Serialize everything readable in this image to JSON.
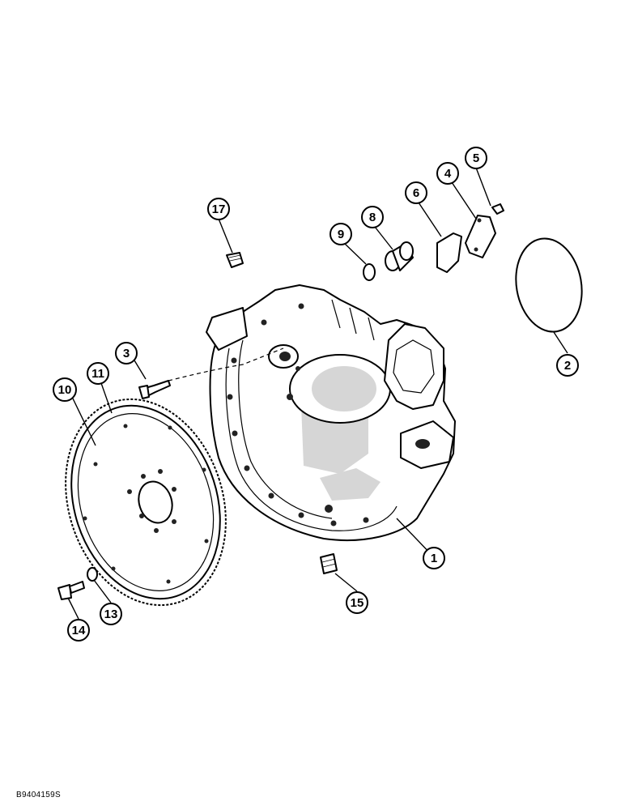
{
  "diagram": {
    "drawing_id": "B9404159S",
    "callouts": [
      {
        "id": "callout-1",
        "label": "1"
      },
      {
        "id": "callout-2",
        "label": "2"
      },
      {
        "id": "callout-3",
        "label": "3"
      },
      {
        "id": "callout-4",
        "label": "4"
      },
      {
        "id": "callout-5",
        "label": "5"
      },
      {
        "id": "callout-6",
        "label": "6"
      },
      {
        "id": "callout-8",
        "label": "8"
      },
      {
        "id": "callout-9",
        "label": "9"
      },
      {
        "id": "callout-10",
        "label": "10"
      },
      {
        "id": "callout-11",
        "label": "11"
      },
      {
        "id": "callout-13",
        "label": "13"
      },
      {
        "id": "callout-14",
        "label": "14"
      },
      {
        "id": "callout-15",
        "label": "15"
      },
      {
        "id": "callout-17",
        "label": "17"
      }
    ]
  }
}
